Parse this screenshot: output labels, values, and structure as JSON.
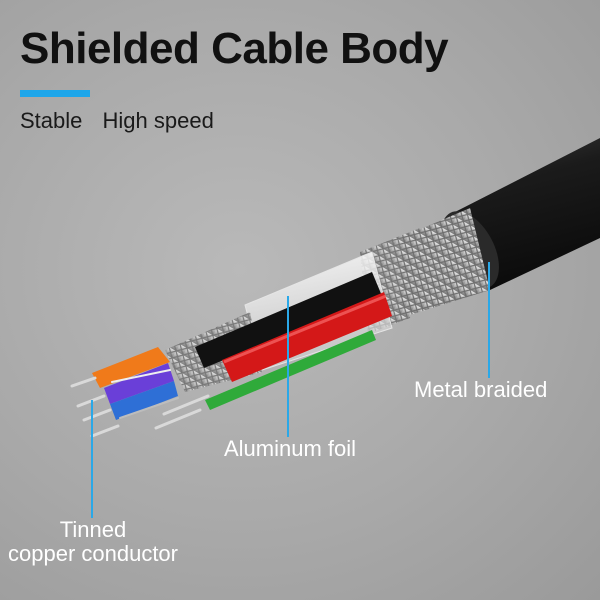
{
  "header": {
    "title": "Shielded Cable Body",
    "features": [
      "Stable",
      "High speed"
    ]
  },
  "callouts": {
    "metal_braided": "Metal braided",
    "aluminum_foil": "Aluminum foil",
    "tinned_line1": "Tinned",
    "tinned_line2": "copper conductor"
  },
  "colors": {
    "accent": "#1ea6ea",
    "jacket": "#1b1b1b",
    "leader": "#2aa8e8",
    "wire_orange": "#f07a1a",
    "wire_purple": "#6a3fd8",
    "wire_blue": "#2e6fd6",
    "wire_black": "#111111",
    "wire_red": "#d41818",
    "wire_green": "#2faa3a"
  }
}
